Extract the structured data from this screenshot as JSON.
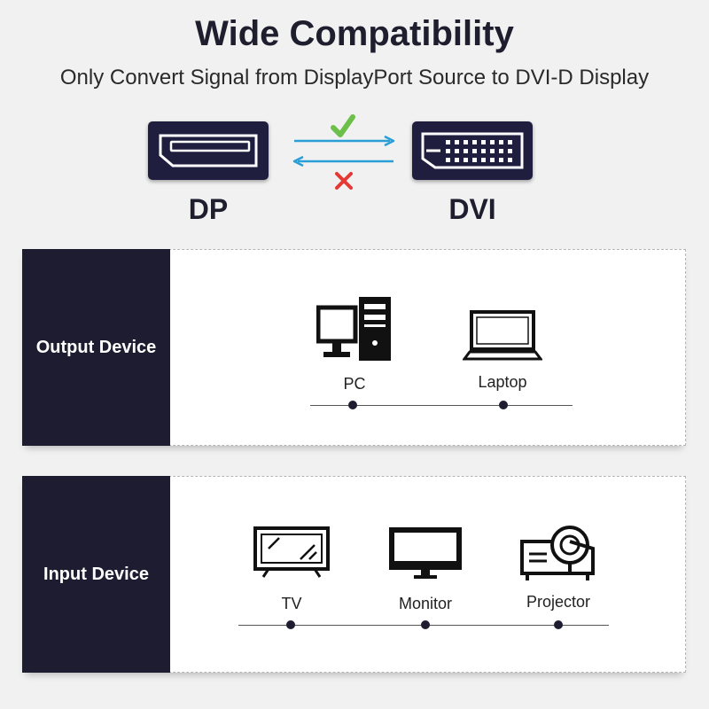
{
  "header": {
    "title": "Wide Compatibility",
    "subtitle": "Only Convert Signal from DisplayPort Source to DVI-D Display"
  },
  "ports": {
    "source_label": "DP",
    "target_label": "DVI",
    "forward_status": "check-icon",
    "reverse_status": "cross-icon"
  },
  "colors": {
    "dark_navy": "#1d1c30",
    "arrow_blue": "#2a9fd6",
    "check_green": "#6cc04a",
    "cross_red": "#e53935"
  },
  "output_panel": {
    "heading": "Output Device",
    "devices": [
      {
        "label": "PC",
        "icon": "desktop-pc-icon"
      },
      {
        "label": "Laptop",
        "icon": "laptop-icon"
      }
    ]
  },
  "input_panel": {
    "heading": "Input Device",
    "devices": [
      {
        "label": "TV",
        "icon": "tv-icon"
      },
      {
        "label": "Monitor",
        "icon": "monitor-icon"
      },
      {
        "label": "Projector",
        "icon": "projector-icon"
      }
    ]
  }
}
